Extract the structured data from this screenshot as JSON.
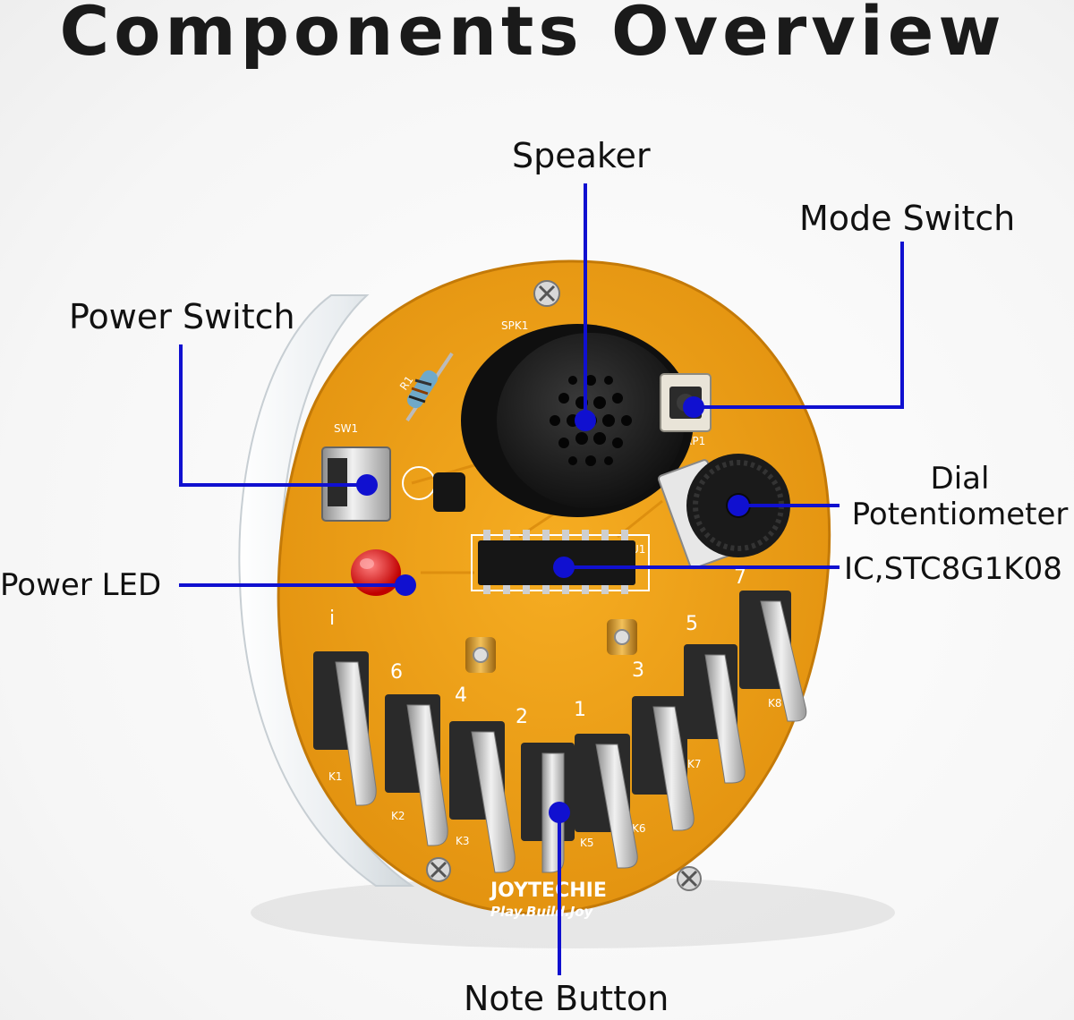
{
  "title": "Components Overview",
  "labels": {
    "speaker": "Speaker",
    "mode_switch": "Mode Switch",
    "power_switch": "Power Switch",
    "dial_line1": "Dial",
    "dial_line2": "Potentiometer",
    "power_led": "Power LED",
    "ic": "IC,STC8G1K08",
    "note_button": "Note Button"
  },
  "pcb": {
    "brand": "JOYTECHIE",
    "slogan": "Play.Build.Joy",
    "silk": {
      "spk": "SPK1",
      "r1": "R1",
      "sw1": "SW1",
      "rp1": "RP1",
      "u1": "U1",
      "keys": [
        "K1",
        "K2",
        "K3",
        "K5",
        "K6",
        "K7",
        "K8"
      ],
      "notes": [
        "i",
        "6",
        "4",
        "2",
        "1",
        "3",
        "5",
        "7"
      ]
    }
  },
  "colors": {
    "pcb": "#f0a21b",
    "pointer": "#1010d0",
    "speaker": "#1c1c1c",
    "led": "#e01010"
  }
}
